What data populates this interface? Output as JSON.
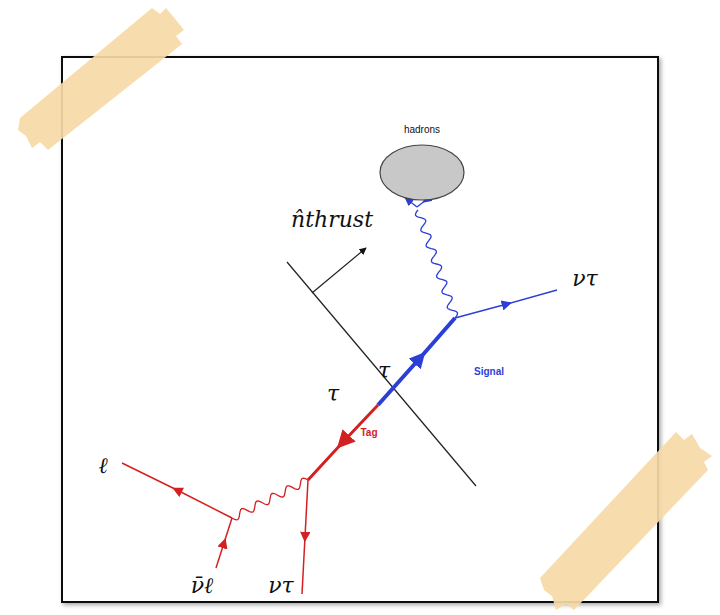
{
  "diagram": {
    "nodes": [
      {
        "text": [
          "hadrons"
        ]
      }
    ],
    "edges": [],
    "labels": [
      "n̂thrust",
      "ντ",
      "τ",
      "Signal",
      "τ",
      "Tag",
      "ℓ",
      "ν̄ℓ",
      "ντ"
    ]
  }
}
